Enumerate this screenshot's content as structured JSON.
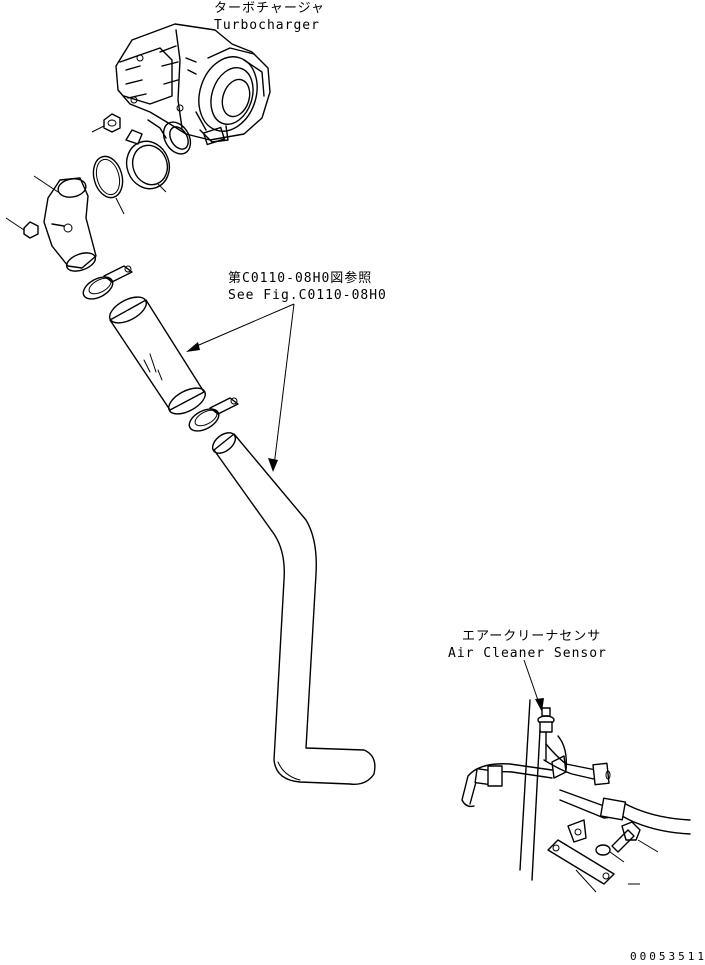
{
  "labels": {
    "turbocharger_jp": "ターボチャージャ",
    "turbocharger_en": "Turbocharger",
    "see_fig_jp": "第C0110-08H0図参照",
    "see_fig_en": "See Fig.C0110-08H0",
    "sensor_jp": "エアークリーナセンサ",
    "sensor_en": "Air Cleaner Sensor"
  },
  "drawing_number": "00053511"
}
